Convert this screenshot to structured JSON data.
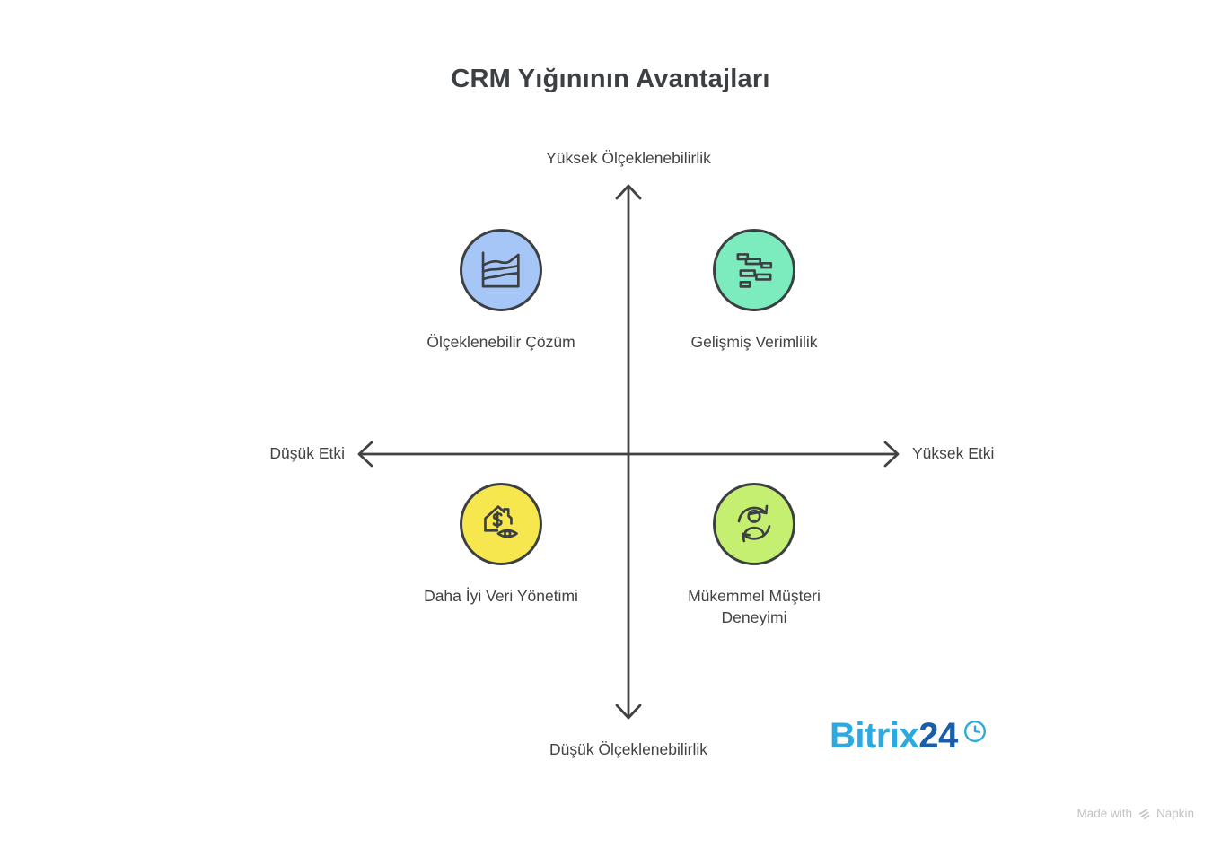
{
  "title": "CRM Yığınının Avantajları",
  "axes": {
    "top_label": "Yüksek Ölçeklenebilirlik",
    "bottom_label": "Düşük Ölçeklenebilirlik",
    "left_label": "Düşük Etki",
    "right_label": "Yüksek Etki",
    "line_color": "#424242"
  },
  "quadrants": [
    {
      "position": "top-left",
      "label": "Ölçeklenebilir Çözüm",
      "icon": "area-chart-icon",
      "circle_color": "#a6c6f8",
      "stroke_color": "#3c4043"
    },
    {
      "position": "top-right",
      "label": "Gelişmiş Verimlilik",
      "icon": "gantt-chart-icon",
      "circle_color": "#7cebbd",
      "stroke_color": "#3c4043"
    },
    {
      "position": "bottom-left",
      "label": "Daha İyi Veri Yönetimi",
      "icon": "house-dollar-eye-icon",
      "circle_color": "#f6e74e",
      "stroke_color": "#3c4043"
    },
    {
      "position": "bottom-right",
      "label": "Mükemmel Müşteri Deneyimi",
      "icon": "customer-cycle-icon",
      "circle_color": "#c5ef70",
      "stroke_color": "#3c4043"
    }
  ],
  "branding": {
    "name_light": "Bitrix",
    "name_dark": "24",
    "light_color": "#2baae2",
    "dark_color": "#1a5da8",
    "icon": "clock-icon"
  },
  "watermark": {
    "prefix": "Made with",
    "suffix": "Napkin",
    "icon": "napkin-logo-icon",
    "color": "#c2c2c2"
  }
}
